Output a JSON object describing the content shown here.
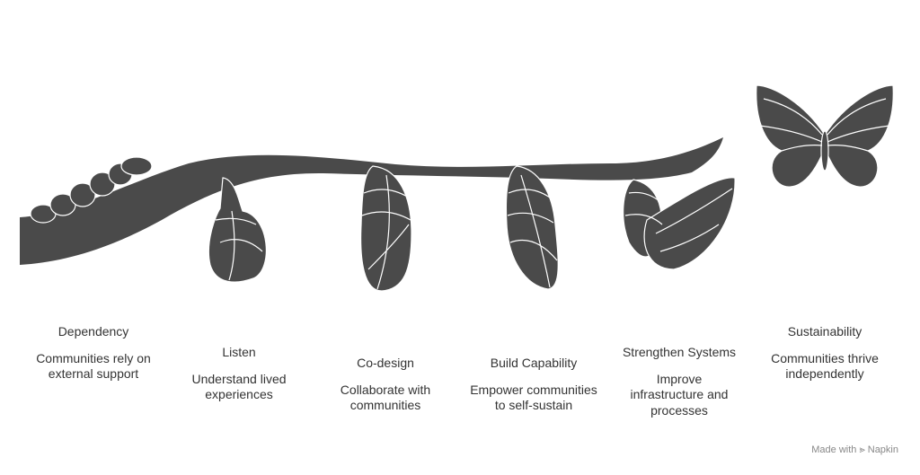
{
  "colors": {
    "shape": "#4a4a4a",
    "outline": "#ffffff",
    "text": "#333333",
    "footer": "#888888"
  },
  "stages": [
    {
      "title": "Dependency",
      "description": "Communities rely on external support",
      "icon": "caterpillar"
    },
    {
      "title": "Listen",
      "description": "Understand lived experiences",
      "icon": "early-chrysalis"
    },
    {
      "title": "Co-design",
      "description": "Collaborate with communities",
      "icon": "chrysalis"
    },
    {
      "title": "Build Capability",
      "description": "Empower communities to self-sustain",
      "icon": "developing-chrysalis"
    },
    {
      "title": "Strengthen Systems",
      "description": "Improve infrastructure and processes",
      "icon": "emerging-butterfly"
    },
    {
      "title": "Sustainability",
      "description": "Communities thrive independently",
      "icon": "butterfly"
    }
  ],
  "footer": {
    "made_with": "Made with",
    "brand": "Napkin"
  }
}
